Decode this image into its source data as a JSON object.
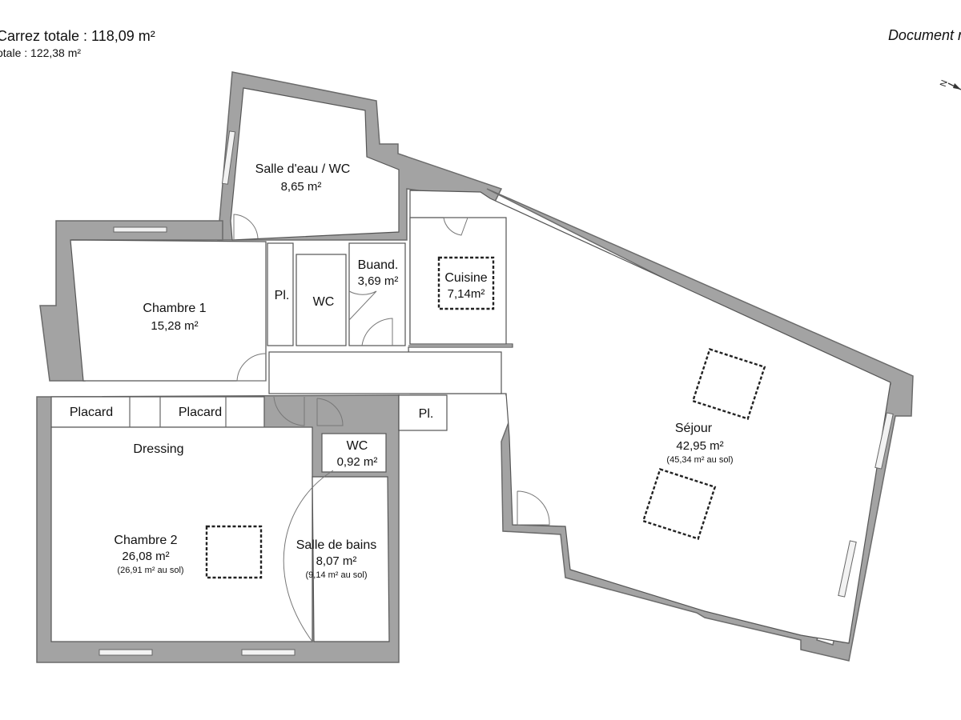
{
  "header": {
    "area_carrez": "Carrez totale : 118,09 m²",
    "area_total": "otale : 122,38 m²",
    "document_note": "Document n"
  },
  "compass": {
    "label": "N",
    "icon": "compass-north-arrow-icon"
  },
  "rooms": {
    "salle_eau": {
      "name": "Salle d'eau / WC",
      "area": "8,65 m²"
    },
    "chambre1": {
      "name": "Chambre 1",
      "area": "15,28 m²"
    },
    "placard_pl1": {
      "name": "Pl."
    },
    "wc1": {
      "name": "WC"
    },
    "buanderie": {
      "name": "Buand.",
      "area": "3,69 m²"
    },
    "cuisine": {
      "name": "Cuisine",
      "area": "7,14m²"
    },
    "placard_a": {
      "name": "Placard"
    },
    "placard_b": {
      "name": "Placard"
    },
    "dressing": {
      "name": "Dressing"
    },
    "placard_pl2": {
      "name": "Pl."
    },
    "wc2": {
      "name": "WC",
      "area": "0,92 m²"
    },
    "chambre2": {
      "name": "Chambre 2",
      "area": "26,08 m²",
      "area_floor": "(26,91 m² au sol)"
    },
    "salle_bains": {
      "name": "Salle de bains",
      "area": "8,07 m²",
      "area_floor": "(9,14 m² au sol)"
    },
    "sejour": {
      "name": "Séjour",
      "area": "42,95 m²",
      "area_floor": "(45,34 m² au sol)"
    }
  },
  "colors": {
    "wall": "#a3a3a3",
    "room": "#ffffff",
    "text": "#111111"
  }
}
